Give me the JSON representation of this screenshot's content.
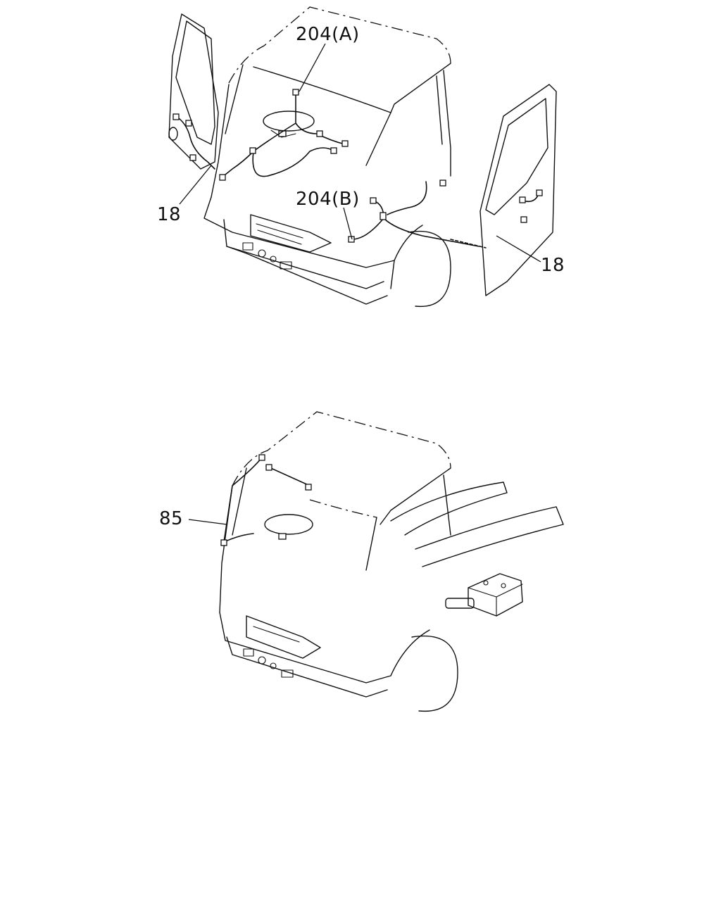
{
  "callouts": {
    "harness_a": "204(A)",
    "harness_b": "204(B)",
    "door_harness_left": "18",
    "door_harness_right": "18",
    "roof_harness": "85"
  }
}
